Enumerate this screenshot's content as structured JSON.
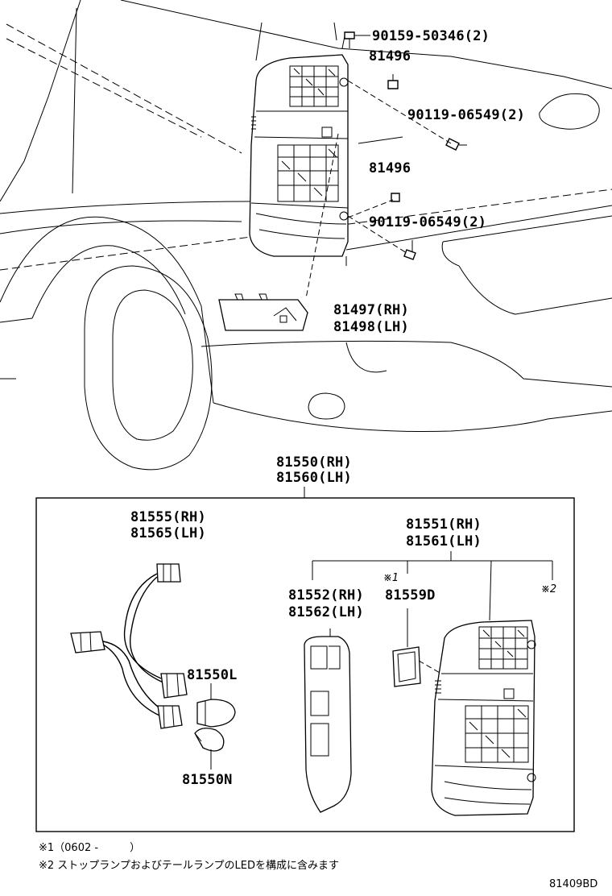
{
  "parts": {
    "bolt_90159": "90159-50346(2)",
    "clip_81496_top": "81496",
    "screw_90119_top": "90119-06549(2)",
    "clip_81496_mid": "81496",
    "screw_90119_bottom": "90119-06549(2)",
    "cover_rh": "81497(RH)",
    "cover_lh": "81498(LH)",
    "assy_rh": "81550(RH)",
    "assy_lh": "81560(LH)",
    "socket_rh": "81555(RH)",
    "socket_lh": "81565(LH)",
    "lens_rh": "81551(RH)",
    "lens_lh": "81561(LH)",
    "reflector_rh": "81552(RH)",
    "reflector_lh": "81562(LH)",
    "gasket": "81559D",
    "bulb_l": "81550L",
    "bulb_n": "81550N"
  },
  "marks": {
    "note1_mark": "※1",
    "note2_mark": "※2"
  },
  "notes": {
    "note1": "※1（0602 -　　　）",
    "note2": "※2 ストップランプおよびテールランプのLEDを構成に含みます"
  },
  "diagram_id": "81409BD"
}
